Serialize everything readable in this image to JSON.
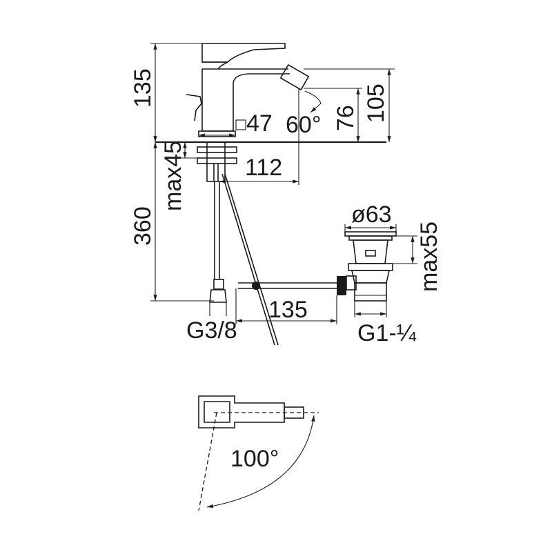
{
  "dimensions": {
    "total_height": "135",
    "spout_height": "105",
    "outlet_height": "76",
    "spray_angle": "60°",
    "hole_diameter": "47",
    "deck_thickness": "max45",
    "projection": "112",
    "pipe_length": "360",
    "inlet_thread": "G3/8",
    "rod_length": "135",
    "waste_diameter": "ø63",
    "waste_thickness": "max55",
    "waste_thread": "G1-¼",
    "rotation_angle": "100°"
  }
}
